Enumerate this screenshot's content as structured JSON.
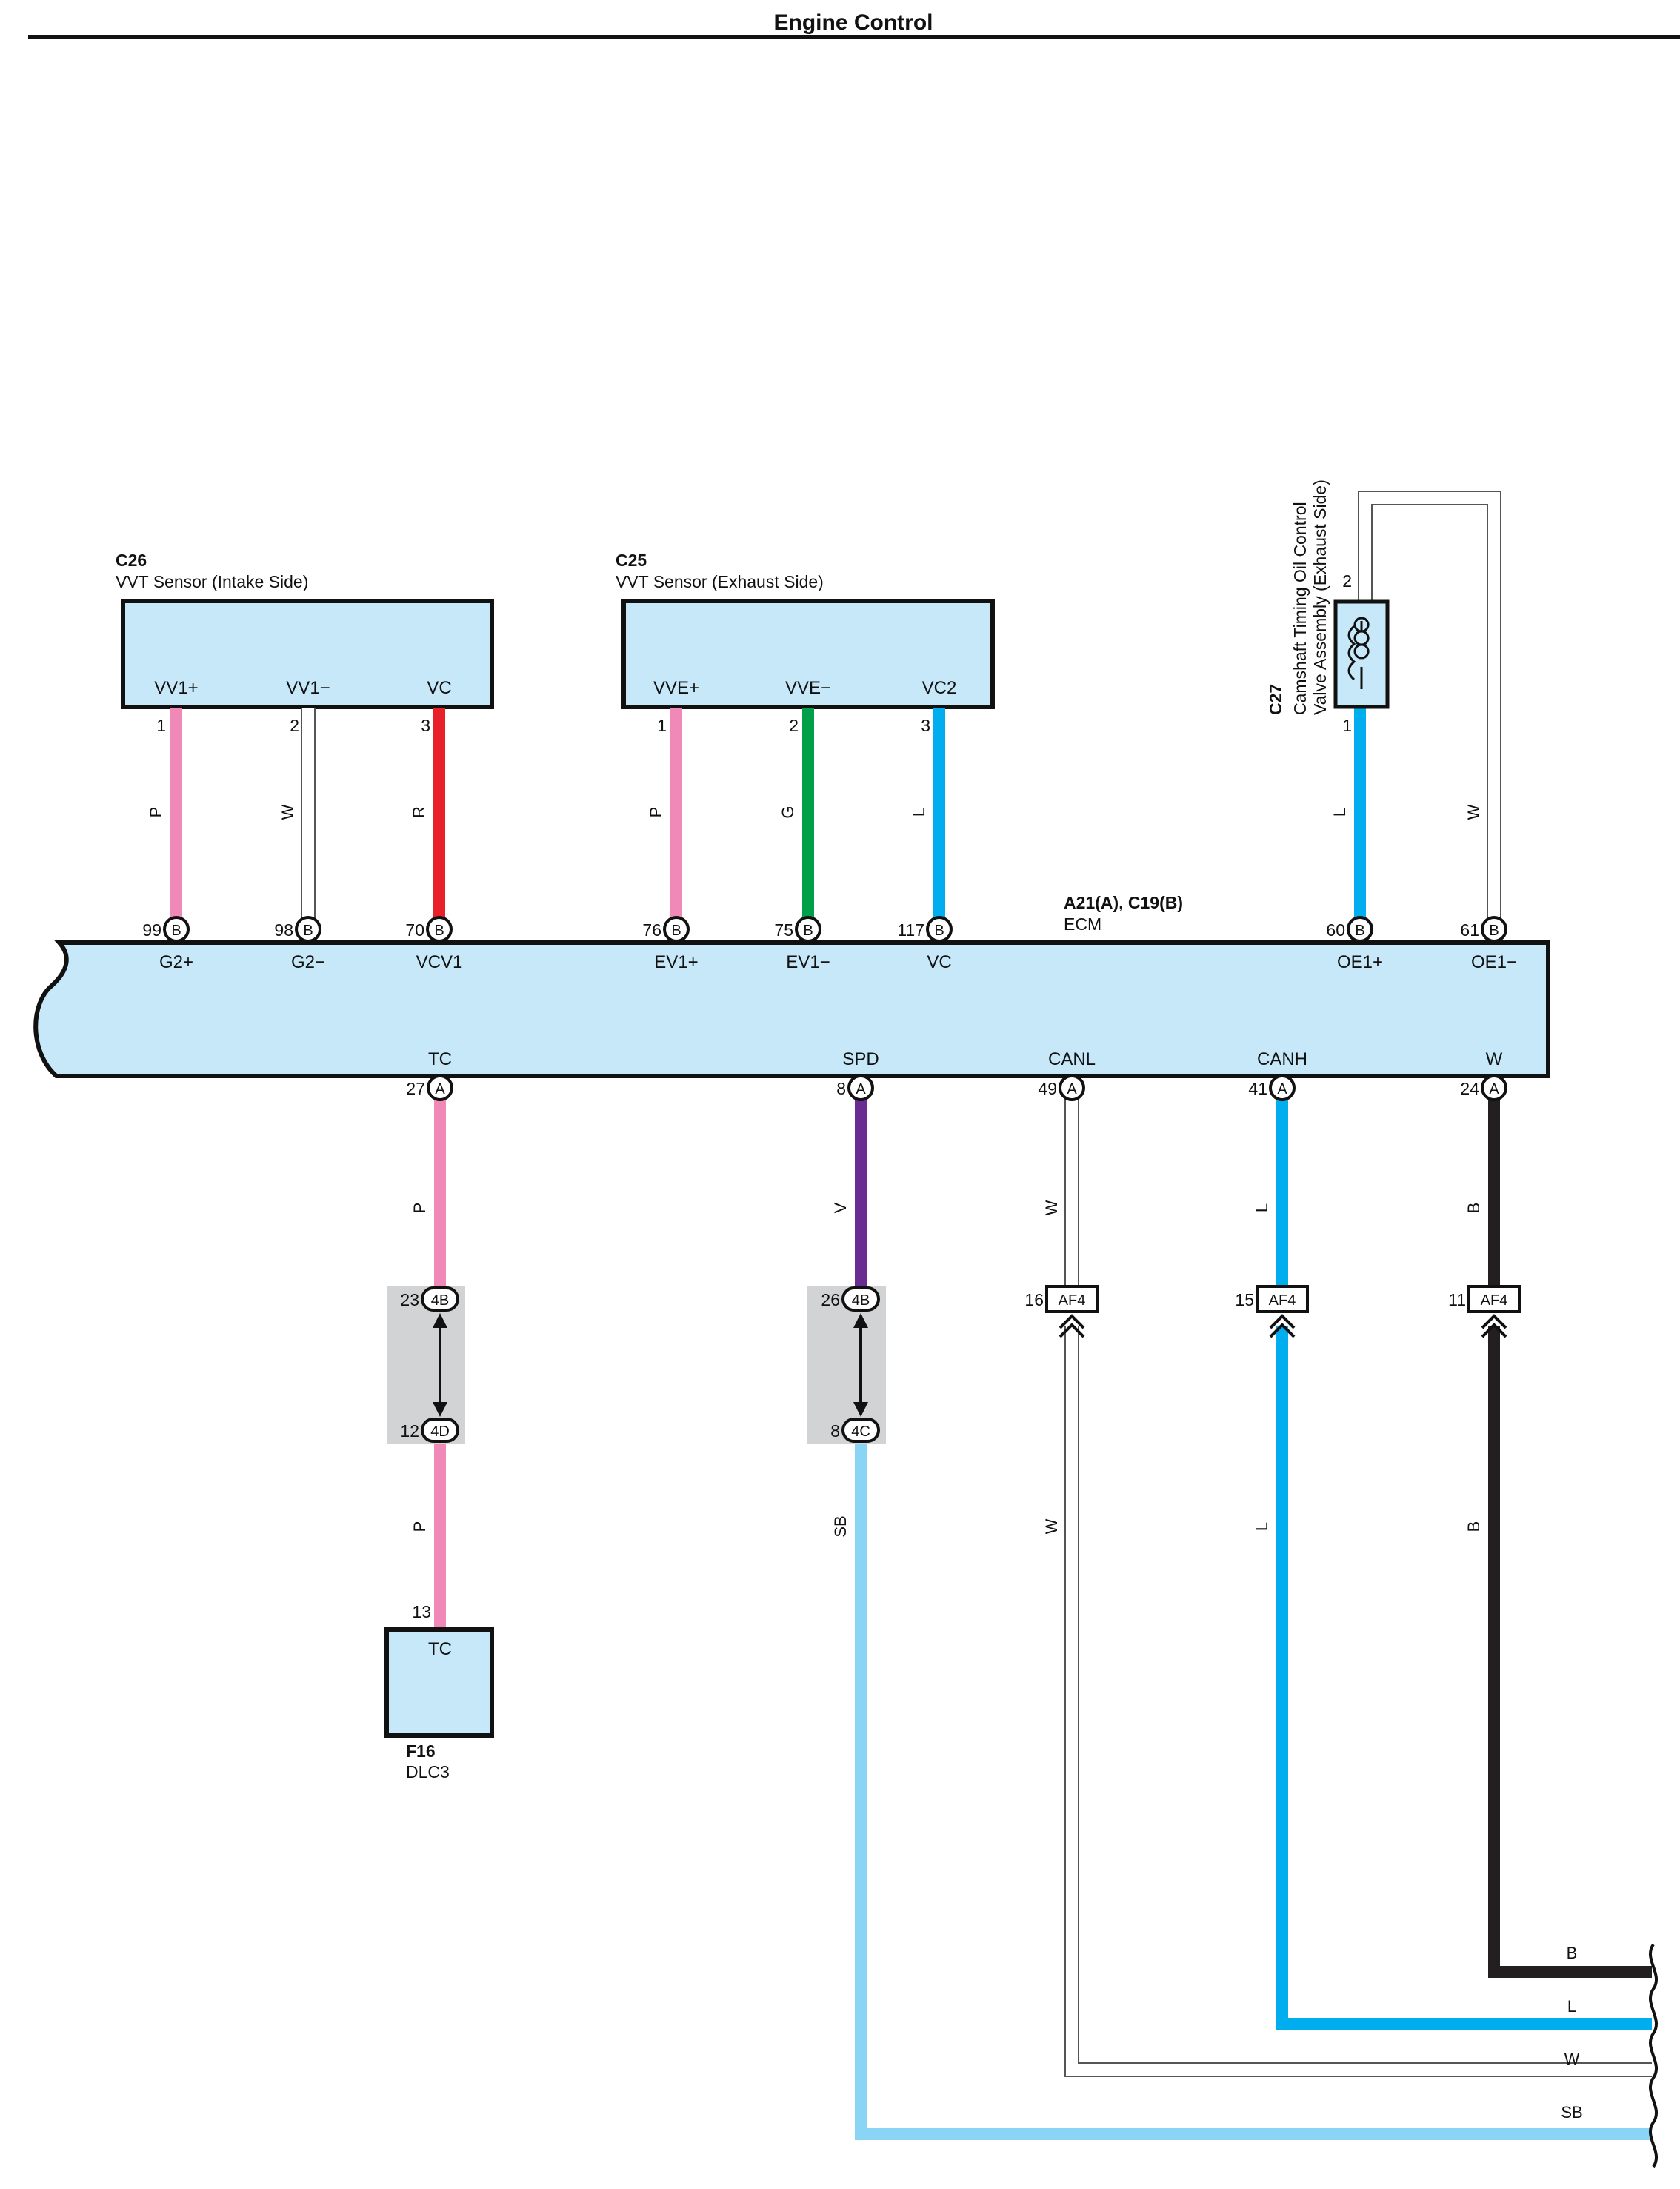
{
  "page": {
    "title": "Engine Control"
  },
  "wire_colors": {
    "P": "#F088B8",
    "W": "#FFFFFF",
    "R": "#E8202A",
    "G": "#00A04A",
    "L": "#00AEEF",
    "V": "#6A2C91",
    "B": "#231F20",
    "SB": "#8AD4F5"
  },
  "box_fill": "#C6E8F9",
  "components": {
    "c26": {
      "code": "C26",
      "name": "VVT Sensor (Intake Side)",
      "pins": [
        {
          "term": "VV1+",
          "num": "1"
        },
        {
          "term": "VV1−",
          "num": "2"
        },
        {
          "term": "VC",
          "num": "3"
        }
      ]
    },
    "c25": {
      "code": "C25",
      "name": "VVT Sensor (Exhaust Side)",
      "pins": [
        {
          "term": "VVE+",
          "num": "1"
        },
        {
          "term": "VVE−",
          "num": "2"
        },
        {
          "term": "VC2",
          "num": "3"
        }
      ]
    },
    "c27": {
      "code": "C27",
      "name_line1": "Camshaft Timing Oil Control",
      "name_line2": "Valve Assembly (Exhaust Side)",
      "pins": [
        {
          "num": "2"
        },
        {
          "num": "1"
        }
      ]
    },
    "ecm": {
      "code": "A21(A), C19(B)",
      "name": "ECM",
      "top_pins": [
        {
          "num": "99",
          "conn": "B",
          "term": "G2+"
        },
        {
          "num": "98",
          "conn": "B",
          "term": "G2−"
        },
        {
          "num": "70",
          "conn": "B",
          "term": "VCV1"
        },
        {
          "num": "76",
          "conn": "B",
          "term": "EV1+"
        },
        {
          "num": "75",
          "conn": "B",
          "term": "EV1−"
        },
        {
          "num": "117",
          "conn": "B",
          "term": "VC"
        },
        {
          "num": "60",
          "conn": "B",
          "term": "OE1+"
        },
        {
          "num": "61",
          "conn": "B",
          "term": "OE1−"
        }
      ],
      "bottom_pins": [
        {
          "num": "27",
          "conn": "A",
          "term": "TC"
        },
        {
          "num": "8",
          "conn": "A",
          "term": "SPD"
        },
        {
          "num": "49",
          "conn": "A",
          "term": "CANL"
        },
        {
          "num": "41",
          "conn": "A",
          "term": "CANH"
        },
        {
          "num": "24",
          "conn": "A",
          "term": "W"
        }
      ]
    },
    "f16": {
      "code": "F16",
      "name": "DLC3",
      "term": "TC",
      "num": "13"
    }
  },
  "upper_wires": [
    {
      "id": "vv1p",
      "color": "P"
    },
    {
      "id": "vv1m",
      "color": "W"
    },
    {
      "id": "vc",
      "color": "R"
    },
    {
      "id": "vvep",
      "color": "P"
    },
    {
      "id": "vvem",
      "color": "G"
    },
    {
      "id": "vc2",
      "color": "L"
    },
    {
      "id": "oe1p",
      "color": "L"
    },
    {
      "id": "oe1m",
      "color": "W"
    }
  ],
  "lower_wires": [
    {
      "id": "tc",
      "color_upper": "P",
      "color_lower": "P"
    },
    {
      "id": "spd",
      "color_upper": "V",
      "color_lower": "SB"
    },
    {
      "id": "canl",
      "color_upper": "W",
      "color_lower": "W"
    },
    {
      "id": "canh",
      "color_upper": "L",
      "color_lower": "L"
    },
    {
      "id": "w",
      "color_upper": "B",
      "color_lower": "B"
    }
  ],
  "junctions": [
    {
      "id": "tc",
      "top_num": "23",
      "top_tag": "4B",
      "bottom_num": "12",
      "bottom_tag": "4D"
    },
    {
      "id": "spd",
      "top_num": "26",
      "top_tag": "4B",
      "bottom_num": "8",
      "bottom_tag": "4C"
    }
  ],
  "splices": [
    {
      "id": "canl",
      "num": "16",
      "tag": "AF4"
    },
    {
      "id": "canh",
      "num": "15",
      "tag": "AF4"
    },
    {
      "id": "w",
      "num": "11",
      "tag": "AF4"
    }
  ],
  "exit_labels": [
    "B",
    "L",
    "W",
    "SB"
  ]
}
